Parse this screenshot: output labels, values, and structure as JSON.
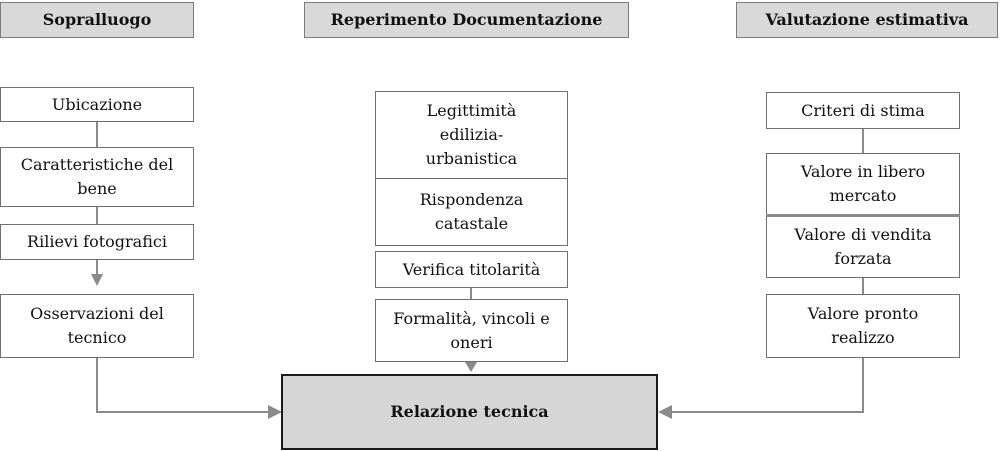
{
  "columns": [
    {
      "header": "Sopralluogo",
      "items": [
        "Ubicazione",
        "Caratteristiche del bene",
        "Rilievi fotografici",
        "Osservazioni del tecnico"
      ]
    },
    {
      "header": "Reperimento Documentazione",
      "items": [
        "Legittimità edilizia-urbanistica",
        "Rispondenza catastale",
        "Verifica titolarità",
        "Formalità, vincoli e oneri"
      ]
    },
    {
      "header": "Valutazione estimativa",
      "items": [
        "Criteri di stima",
        "Valore in libero mercato",
        "Valore di vendita forzata",
        "Valore pronto realizzo"
      ]
    }
  ],
  "result": "Relazione tecnica"
}
